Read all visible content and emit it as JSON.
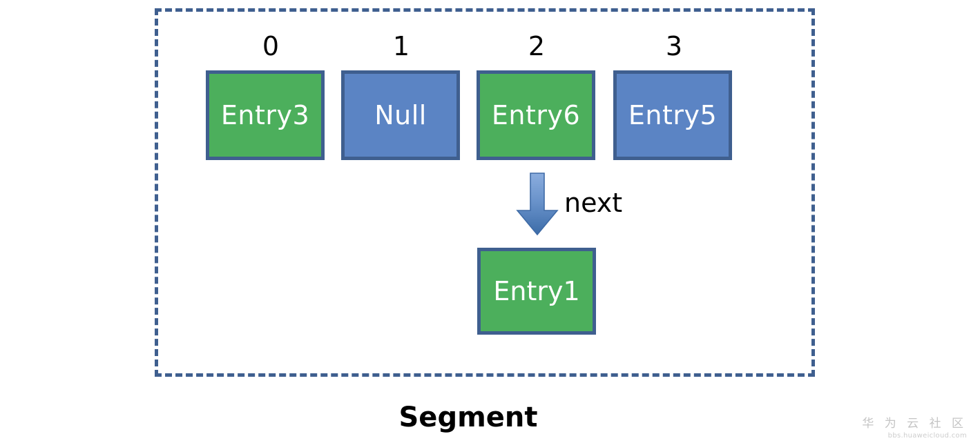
{
  "diagram": {
    "title": "Segment",
    "container": {
      "name": "segment-container",
      "border_style": "dashed",
      "border_color": "#3f5f8f"
    },
    "colors": {
      "green_fill": "#4caf5c",
      "blue_fill": "#5b84c4",
      "border": "#3f5f8f",
      "text_on_fill": "#ffffff",
      "label_text": "#000000",
      "arrow_light": "#85a7d6",
      "arrow_dark": "#3f6ba6"
    },
    "bucket_indices": [
      "0",
      "1",
      "2",
      "3"
    ],
    "buckets": [
      {
        "index": "0",
        "label": "Entry3",
        "fill": "green"
      },
      {
        "index": "1",
        "label": "Null",
        "fill": "blue"
      },
      {
        "index": "2",
        "label": "Entry6",
        "fill": "green"
      },
      {
        "index": "3",
        "label": "Entry5",
        "fill": "blue"
      }
    ],
    "link": {
      "arrow_name": "down-arrow-icon",
      "label": "next",
      "from_index": "2"
    },
    "next_node": {
      "label": "Entry1",
      "fill": "green"
    }
  },
  "watermark": {
    "brand_cn": "华 为 云 社 区",
    "url": "bbs.huaweicloud.com"
  }
}
